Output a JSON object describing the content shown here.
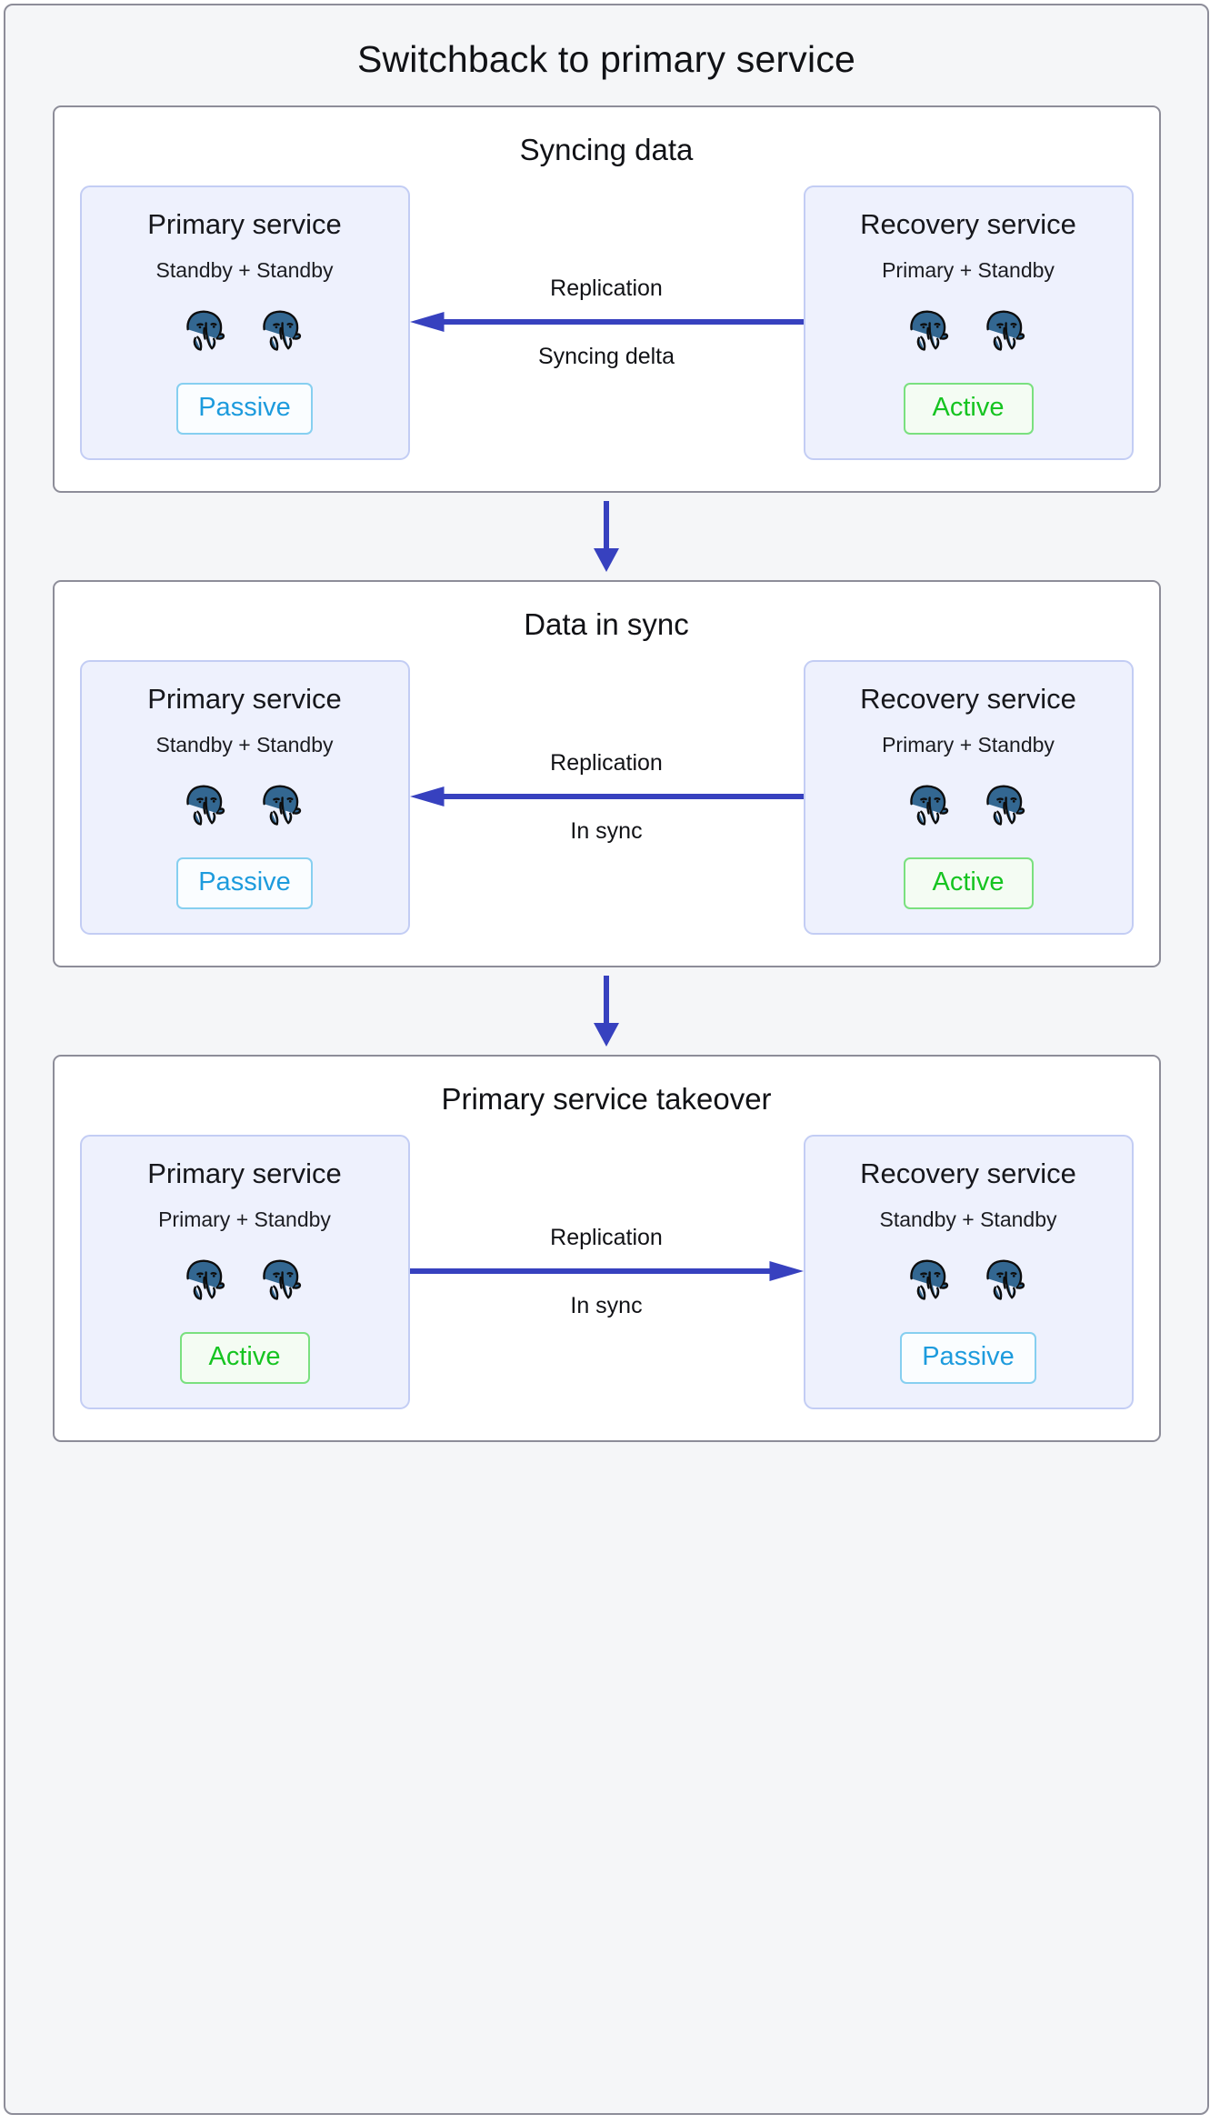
{
  "figure": {
    "title": "Switchback to primary service",
    "colors": {
      "arrow_blue": "#3741bf",
      "card_bg": "#eef1fd",
      "card_border": "#c3cdf4",
      "panel_border": "#8d8d99",
      "page_bg": "#f5f6f8",
      "active_green": "#16c421",
      "passive_blue": "#1d9bdd",
      "postgres_blue": "#336791"
    }
  },
  "stages": [
    {
      "title": "Syncing data",
      "left": {
        "name": "Primary service",
        "roles": "Standby + Standby",
        "badge": "Passive",
        "badge_state": "passive",
        "nodes": [
          "postgres-elephant-icon",
          "postgres-elephant-icon"
        ]
      },
      "link": {
        "top_label": "Replication",
        "bottom_label": "Syncing delta",
        "direction": "left"
      },
      "right": {
        "name": "Recovery service",
        "roles": "Primary + Standby",
        "badge": "Active",
        "badge_state": "active",
        "nodes": [
          "postgres-elephant-icon",
          "postgres-elephant-icon"
        ]
      }
    },
    {
      "title": "Data in sync",
      "left": {
        "name": "Primary service",
        "roles": "Standby + Standby",
        "badge": "Passive",
        "badge_state": "passive",
        "nodes": [
          "postgres-elephant-icon",
          "postgres-elephant-icon"
        ]
      },
      "link": {
        "top_label": "Replication",
        "bottom_label": "In sync",
        "direction": "left"
      },
      "right": {
        "name": "Recovery service",
        "roles": "Primary + Standby",
        "badge": "Active",
        "badge_state": "active",
        "nodes": [
          "postgres-elephant-icon",
          "postgres-elephant-icon"
        ]
      }
    },
    {
      "title": "Primary service takeover",
      "left": {
        "name": "Primary service",
        "roles": "Primary + Standby",
        "badge": "Active",
        "badge_state": "active",
        "nodes": [
          "postgres-elephant-icon",
          "postgres-elephant-icon"
        ]
      },
      "link": {
        "top_label": "Replication",
        "bottom_label": "In sync",
        "direction": "right"
      },
      "right": {
        "name": "Recovery service",
        "roles": "Standby + Standby",
        "badge": "Passive",
        "badge_state": "passive",
        "nodes": [
          "postgres-elephant-icon",
          "postgres-elephant-icon"
        ]
      }
    }
  ],
  "connectors": [
    {
      "name": "flow-arrow-down",
      "direction": "down"
    },
    {
      "name": "flow-arrow-down",
      "direction": "down"
    }
  ]
}
